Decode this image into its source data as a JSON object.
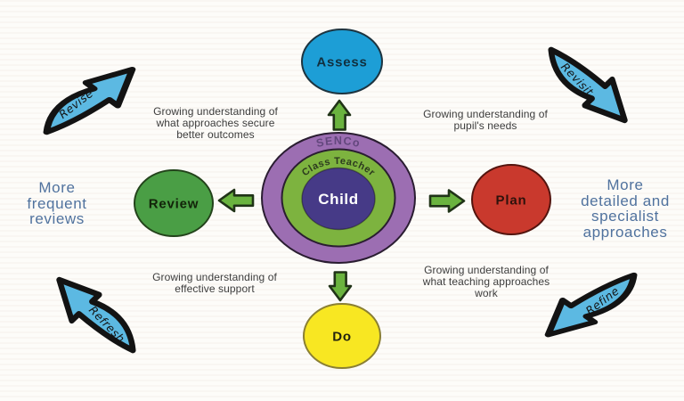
{
  "center": {
    "outline": "#2a1d31",
    "rings": [
      {
        "label": "SENCo",
        "fill": "#9c6eb2",
        "text_color": "#63477d"
      },
      {
        "label": "Class Teacher",
        "fill": "#7db33f",
        "text_color": "#2c3a1e"
      },
      {
        "label": "Child",
        "fill": "#463a87",
        "text_color": "#ffffff"
      }
    ]
  },
  "nodes": [
    {
      "id": "assess",
      "label": "Assess",
      "fill": "#1d9ed6",
      "border": "#1d3440",
      "label_color": "#11303f"
    },
    {
      "id": "plan",
      "label": "Plan",
      "fill": "#c9392d",
      "border": "#53140e",
      "label_color": "#2e120c"
    },
    {
      "id": "do",
      "label": "Do",
      "fill": "#f8e722",
      "border": "#8a7f33",
      "label_color": "#23230f"
    },
    {
      "id": "review",
      "label": "Review",
      "fill": "#4a9e45",
      "border": "#23431b",
      "label_color": "#122309"
    }
  ],
  "cross_arrows": {
    "fill": "#6ab33f",
    "outline": "#203317"
  },
  "corner_arrows": {
    "fill": "#5cb9e2",
    "outline": "#131313",
    "items": [
      {
        "position": "top-left",
        "label": "Revise"
      },
      {
        "position": "top-right",
        "label": "Revisit"
      },
      {
        "position": "bottom-left",
        "label": "Refresh"
      },
      {
        "position": "bottom-right",
        "label": "Refine"
      }
    ]
  },
  "captions": {
    "text_color": "#3c3c3c",
    "items": [
      {
        "position": "top-left",
        "lines": [
          "Growing understanding of",
          "what approaches secure",
          "better outcomes"
        ]
      },
      {
        "position": "top-right",
        "lines": [
          "Growing understanding of",
          "pupil's needs"
        ]
      },
      {
        "position": "bottom-left",
        "lines": [
          "Growing understanding of",
          "effective support"
        ]
      },
      {
        "position": "bottom-right",
        "lines": [
          "Growing understanding of",
          "what teaching approaches",
          "work"
        ]
      }
    ]
  },
  "side_notes": {
    "text_color": "#50729e",
    "items": [
      {
        "position": "left",
        "lines": [
          "More",
          "frequent",
          "reviews"
        ]
      },
      {
        "position": "right",
        "lines": [
          "More",
          "detailed and",
          "specialist",
          "approaches"
        ]
      }
    ]
  }
}
